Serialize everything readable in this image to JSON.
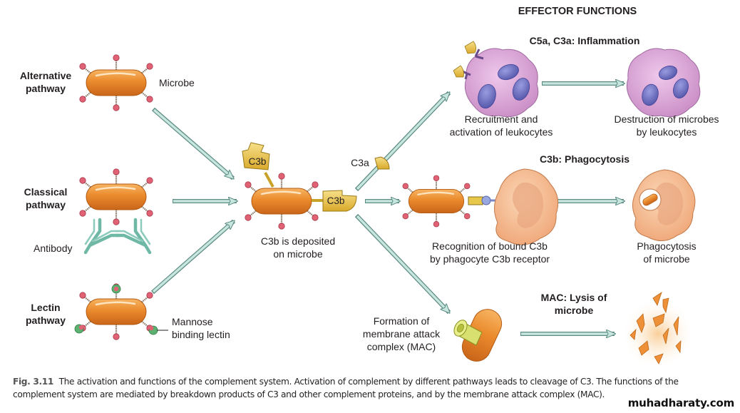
{
  "header": {
    "title": "EFFECTOR FUNCTIONS"
  },
  "pathways": {
    "alternative": {
      "label_line1": "Alternative",
      "label_line2": "pathway",
      "microbe_label": "Microbe"
    },
    "classical": {
      "label_line1": "Classical",
      "label_line2": "pathway",
      "antibody_label": "Antibody"
    },
    "lectin": {
      "label_line1": "Lectin",
      "label_line2": "pathway",
      "lectin_label_line1": "Mannose",
      "lectin_label_line2": "binding lectin"
    }
  },
  "center": {
    "c3b_top_label": "C3b",
    "c3b_side_label": "C3b",
    "c3a_label": "C3a",
    "caption_line1": "C3b is deposited",
    "caption_line2": "on microbe"
  },
  "effectors": {
    "inflammation": {
      "heading": "C5a, C3a: Inflammation",
      "step1_line1": "Recruitment and",
      "step1_line2": "activation of leukocytes",
      "step2_line1": "Destruction of microbes",
      "step2_line2": "by leukocytes"
    },
    "phagocytosis": {
      "heading": "C3b: Phagocytosis",
      "step1_line1": "Recognition of bound C3b",
      "step1_line2": "by phagocyte C3b receptor",
      "step2_line1": "Phagocytosis",
      "step2_line2": "of microbe"
    },
    "mac": {
      "heading_line1": "MAC: Lysis of",
      "heading_line2": "microbe",
      "step1_line1": "Formation of",
      "step1_line2": "membrane attack",
      "step1_line3": "complex (MAC)"
    }
  },
  "figure_caption": {
    "fig_number": "Fig. 3.11",
    "text": "The activation and functions of the complement system. Activation of complement by different pathways leads to cleavage of C3. The functions of the complement system are mediated by breakdown products of C3 and other complement proteins, and by the membrane attack complex (MAC)."
  },
  "watermark": "muhadharaty.com",
  "colors": {
    "microbe_orange": "#e8852a",
    "antigen_pink": "#e06070",
    "arrow_fill": "#bfe0d8",
    "arrow_stroke": "#5e8c84",
    "c3b_yellow": "#e8c84a",
    "leukocyte_pink": "#d9a6d6",
    "nucleus_purple": "#6a6cc0",
    "phagocyte_peach": "#f6c39a",
    "antibody_green": "#78bfae",
    "lectin_green": "#5cb070"
  }
}
